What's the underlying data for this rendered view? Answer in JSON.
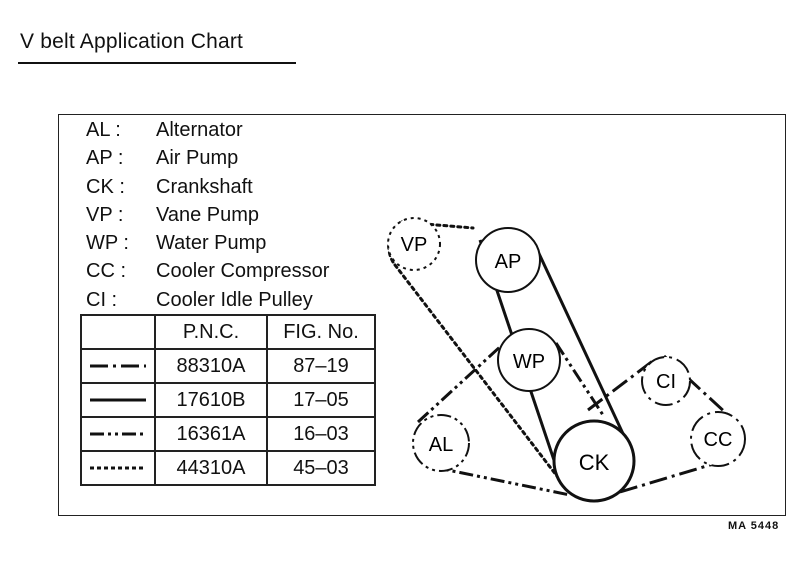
{
  "title": "V belt Application Chart",
  "legend": [
    {
      "abbr": "AL",
      "name": "Alternator"
    },
    {
      "abbr": "AP",
      "name": "Air Pump"
    },
    {
      "abbr": "CK",
      "name": "Crankshaft"
    },
    {
      "abbr": "VP",
      "name": "Vane Pump"
    },
    {
      "abbr": "WP",
      "name": "Water Pump"
    },
    {
      "abbr": "CC",
      "name": "Cooler Compressor"
    },
    {
      "abbr": "CI",
      "name": "Cooler Idle Pulley"
    }
  ],
  "table": {
    "headers": [
      "",
      "P.N.C.",
      "FIG. No."
    ],
    "rows": [
      {
        "line_style": "dash-dot",
        "pnc": "88310A",
        "fig": "87–19"
      },
      {
        "line_style": "solid",
        "pnc": "17610B",
        "fig": "17–05"
      },
      {
        "line_style": "dash-dot-dot",
        "pnc": "16361A",
        "fig": "16–03"
      },
      {
        "line_style": "dotted",
        "pnc": "44310A",
        "fig": "45–03"
      }
    ]
  },
  "pulleys": {
    "vp": "VP",
    "ap": "AP",
    "wp": "WP",
    "ci": "CI",
    "al": "AL",
    "ck": "CK",
    "cc": "CC"
  },
  "ref_code": "MA  5448"
}
